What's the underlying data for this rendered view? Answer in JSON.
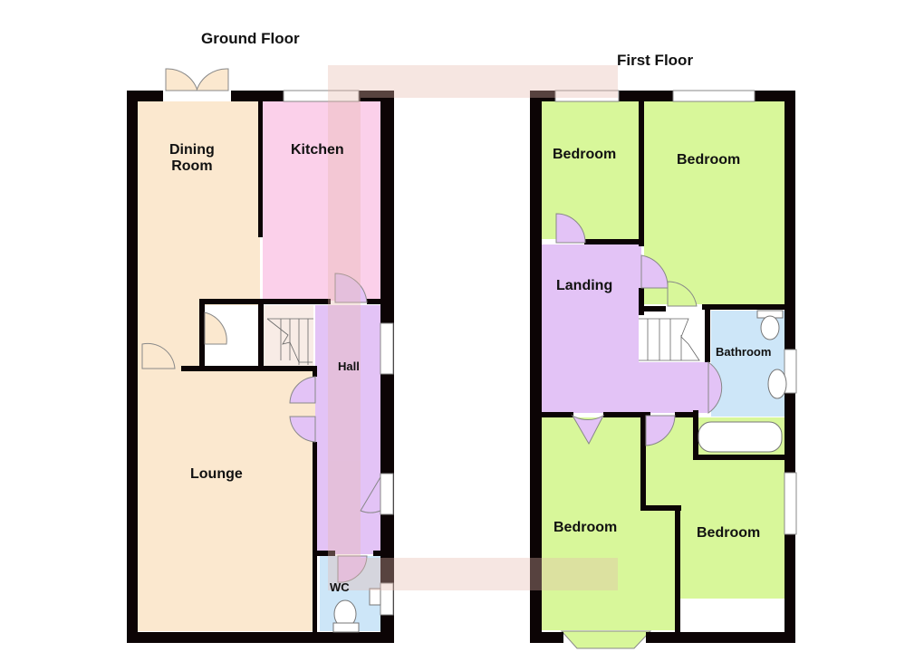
{
  "floors": [
    {
      "title": "Ground Floor",
      "rooms": [
        {
          "name": "Dining Room",
          "label_line1": "Dining",
          "label_line2": "Room",
          "color": "#fbe8cf"
        },
        {
          "name": "Kitchen",
          "label": "Kitchen",
          "color": "#fbd0ea"
        },
        {
          "name": "Hall",
          "label": "Hall",
          "color": "#e3c3f6"
        },
        {
          "name": "Lounge",
          "label": "Lounge",
          "color": "#fbe8cf"
        },
        {
          "name": "WC",
          "label": "WC",
          "color": "#cde6f8"
        }
      ]
    },
    {
      "title": "First Floor",
      "rooms": [
        {
          "name": "Bedroom 1",
          "label": "Bedroom",
          "color": "#d8f79a"
        },
        {
          "name": "Bedroom 2",
          "label": "Bedroom",
          "color": "#d8f79a"
        },
        {
          "name": "Landing",
          "label": "Landing",
          "color": "#e3c3f6"
        },
        {
          "name": "Bathroom",
          "label": "Bathroom",
          "color": "#cde6f8"
        },
        {
          "name": "Bedroom 3",
          "label": "Bedroom",
          "color": "#d8f79a"
        },
        {
          "name": "Bedroom 4",
          "label": "Bedroom",
          "color": "#d8f79a"
        }
      ]
    }
  ],
  "colors": {
    "wall": "#0c0405",
    "watermark": "#e8c8c0",
    "stairs": "#f8ece6"
  }
}
